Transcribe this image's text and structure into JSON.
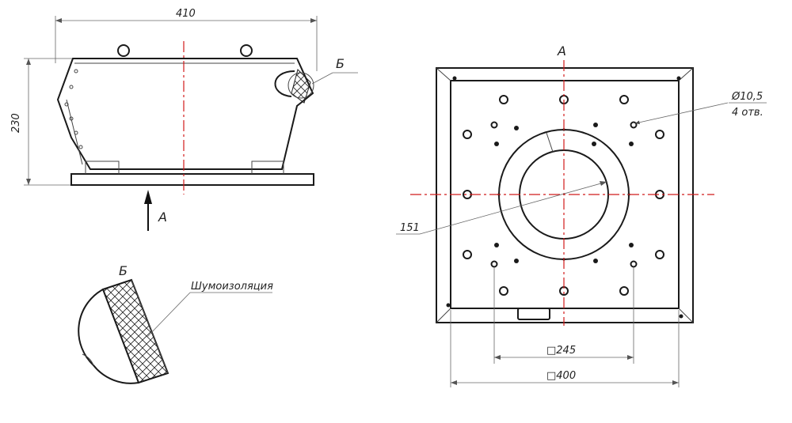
{
  "side_view": {
    "width_dim": "410",
    "height_dim": "230",
    "view_arrow_label": "A",
    "detail_label": "Б"
  },
  "detail_view": {
    "label": "Б",
    "insulation_label": "Шумоизоляция"
  },
  "plan_view": {
    "title": "A",
    "hole_dim": "Ø10,5",
    "hole_count": "4 отв.",
    "ring_dim": "151",
    "inner_square_dim": "□245",
    "outer_square_dim": "□400"
  },
  "colors": {
    "axis_line": "#d11a1a",
    "outline": "#1a1a1a"
  }
}
